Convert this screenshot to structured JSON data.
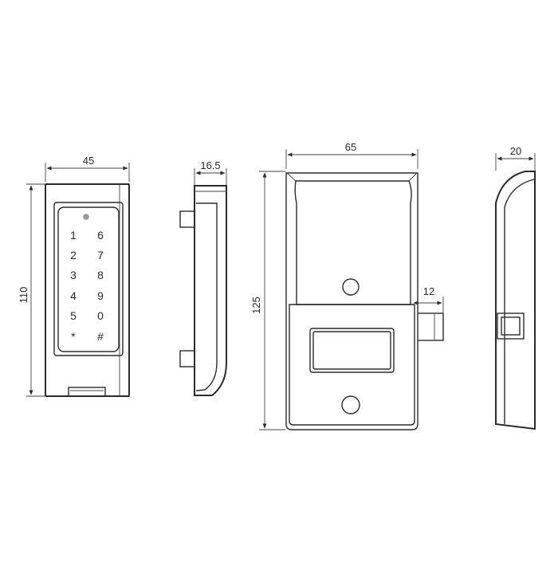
{
  "diagram": {
    "dimensions": {
      "keypad_width": "45",
      "keypad_height": "110",
      "keypad_side_depth": "16.5",
      "lock_body_width": "65",
      "lock_body_height": "125",
      "latch_projection": "12",
      "lock_side_depth": "20"
    },
    "keypad_keys": {
      "left_column": [
        "1",
        "2",
        "3",
        "4",
        "5",
        "*"
      ],
      "right_column": [
        "6",
        "7",
        "8",
        "9",
        "0",
        "#"
      ]
    },
    "colors": {
      "line": "#2b2b2b",
      "led": "#9a9a9a",
      "background": "#ffffff"
    }
  }
}
